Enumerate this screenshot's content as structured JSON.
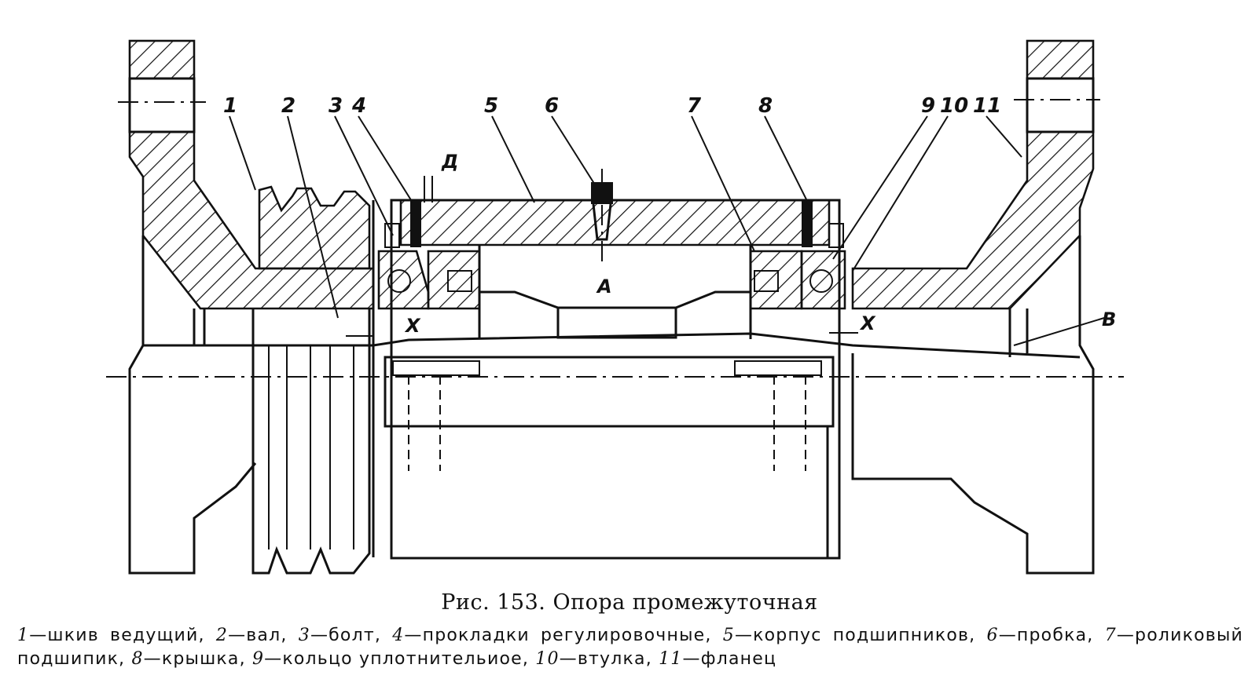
{
  "figure": {
    "part_numbers": [
      "1",
      "2",
      "3",
      "4",
      "5",
      "6",
      "7",
      "8",
      "9",
      "10",
      "11"
    ],
    "letters": {
      "D": "Д",
      "A": "А",
      "X_left": "Х",
      "X_right": "Х",
      "B": "В"
    }
  },
  "caption": "Рис. 153. Опора промежуточная",
  "legend": [
    {
      "num": "1",
      "text": "шкив ведущий"
    },
    {
      "num": "2",
      "text": "вал"
    },
    {
      "num": "3",
      "text": "болт"
    },
    {
      "num": "4",
      "text": "прокладки регулировочные"
    },
    {
      "num": "5",
      "text": "корпус подшипников"
    },
    {
      "num": "6",
      "text": "пробка"
    },
    {
      "num": "7",
      "text": "роликовый подшипик"
    },
    {
      "num": "8",
      "text": "крышка"
    },
    {
      "num": "9",
      "text": "кольцо уплотнительиое"
    },
    {
      "num": "10",
      "text": "втулка"
    },
    {
      "num": "11",
      "text": "фланец"
    }
  ]
}
